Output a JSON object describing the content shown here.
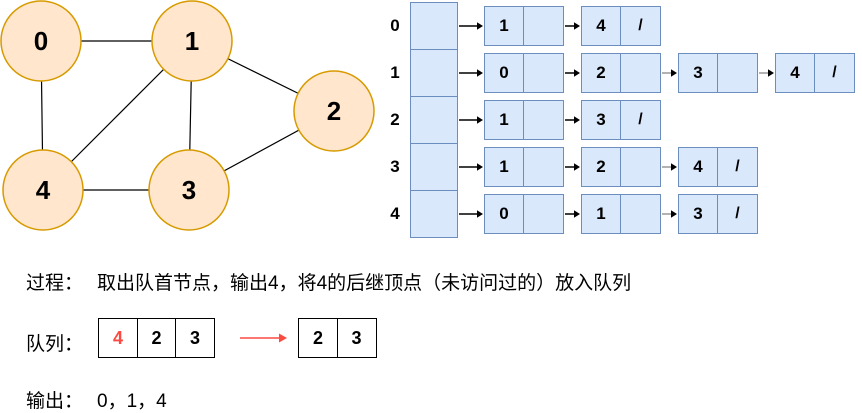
{
  "colors": {
    "node_fill": "#ffe6cc",
    "node_stroke": "#d79b00",
    "cell_fill": "#dae8fc",
    "cell_stroke": "#6c8ebf",
    "highlight_red": "#fb4a42",
    "arrow_black": "#000000",
    "arrow_gray": "#999999"
  },
  "graph": {
    "nodes": [
      {
        "label": "0"
      },
      {
        "label": "1"
      },
      {
        "label": "2"
      },
      {
        "label": "3"
      },
      {
        "label": "4"
      }
    ],
    "edges": [
      [
        "0",
        "1"
      ],
      [
        "0",
        "4"
      ],
      [
        "1",
        "2"
      ],
      [
        "1",
        "3"
      ],
      [
        "1",
        "4"
      ],
      [
        "3",
        "4"
      ],
      [
        "2",
        "3"
      ]
    ]
  },
  "adjacency_list": {
    "null_symbol": "/",
    "rows": [
      {
        "label": "0",
        "nodes": [
          {
            "value": "1",
            "pointer": "",
            "arrow": "black"
          },
          {
            "value": "4",
            "pointer": "/",
            "arrow": "black"
          }
        ]
      },
      {
        "label": "1",
        "nodes": [
          {
            "value": "0",
            "pointer": "",
            "arrow": "black"
          },
          {
            "value": "2",
            "pointer": "",
            "arrow": "black"
          },
          {
            "value": "3",
            "pointer": "",
            "arrow": "gray"
          },
          {
            "value": "4",
            "pointer": "/",
            "arrow": "gray"
          }
        ]
      },
      {
        "label": "2",
        "nodes": [
          {
            "value": "1",
            "pointer": "",
            "arrow": "black"
          },
          {
            "value": "3",
            "pointer": "/",
            "arrow": "black"
          }
        ]
      },
      {
        "label": "3",
        "nodes": [
          {
            "value": "1",
            "pointer": "",
            "arrow": "black"
          },
          {
            "value": "2",
            "pointer": "",
            "arrow": "black"
          },
          {
            "value": "4",
            "pointer": "/",
            "arrow": "gray"
          }
        ]
      },
      {
        "label": "4",
        "nodes": [
          {
            "value": "0",
            "pointer": "",
            "arrow": "black"
          },
          {
            "value": "1",
            "pointer": "",
            "arrow": "black"
          },
          {
            "value": "3",
            "pointer": "/",
            "arrow": "gray"
          }
        ]
      }
    ]
  },
  "process": {
    "label": "过程：",
    "text": "取出队首节点，输出4，将4的后继顶点（未访问过的）放入队列"
  },
  "queue": {
    "label": "队列：",
    "before": [
      "4",
      "2",
      "3"
    ],
    "highlighted_index": 0,
    "highlighted_value": "4",
    "after": [
      "2",
      "3"
    ]
  },
  "output": {
    "label": "输出：",
    "text": "0，1，4"
  }
}
